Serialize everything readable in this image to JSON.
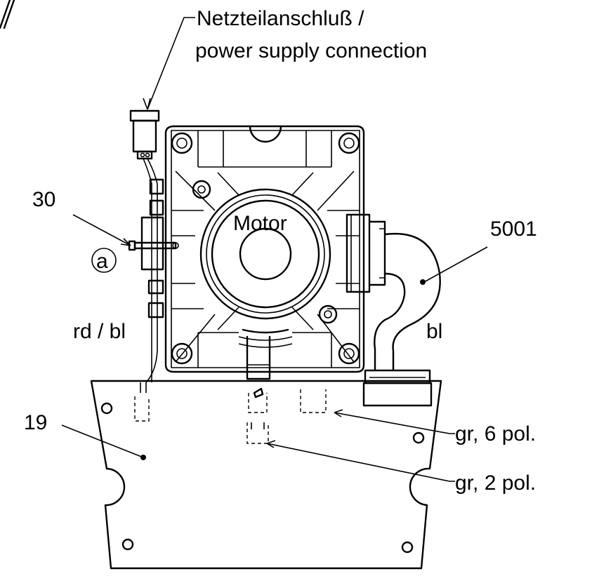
{
  "labels": {
    "power_connection_de": "Netzteilanschluß /",
    "power_connection_en": "power supply connection",
    "motor": "Motor",
    "part_30": "30",
    "detail_a": "a",
    "part_5001": "5001",
    "wire_rd_bl": "rd / bl",
    "wire_bl": "bl",
    "part_19": "19",
    "connector_6pol": "gr, 6 pol.",
    "connector_2pol": "gr, 2 pol."
  }
}
